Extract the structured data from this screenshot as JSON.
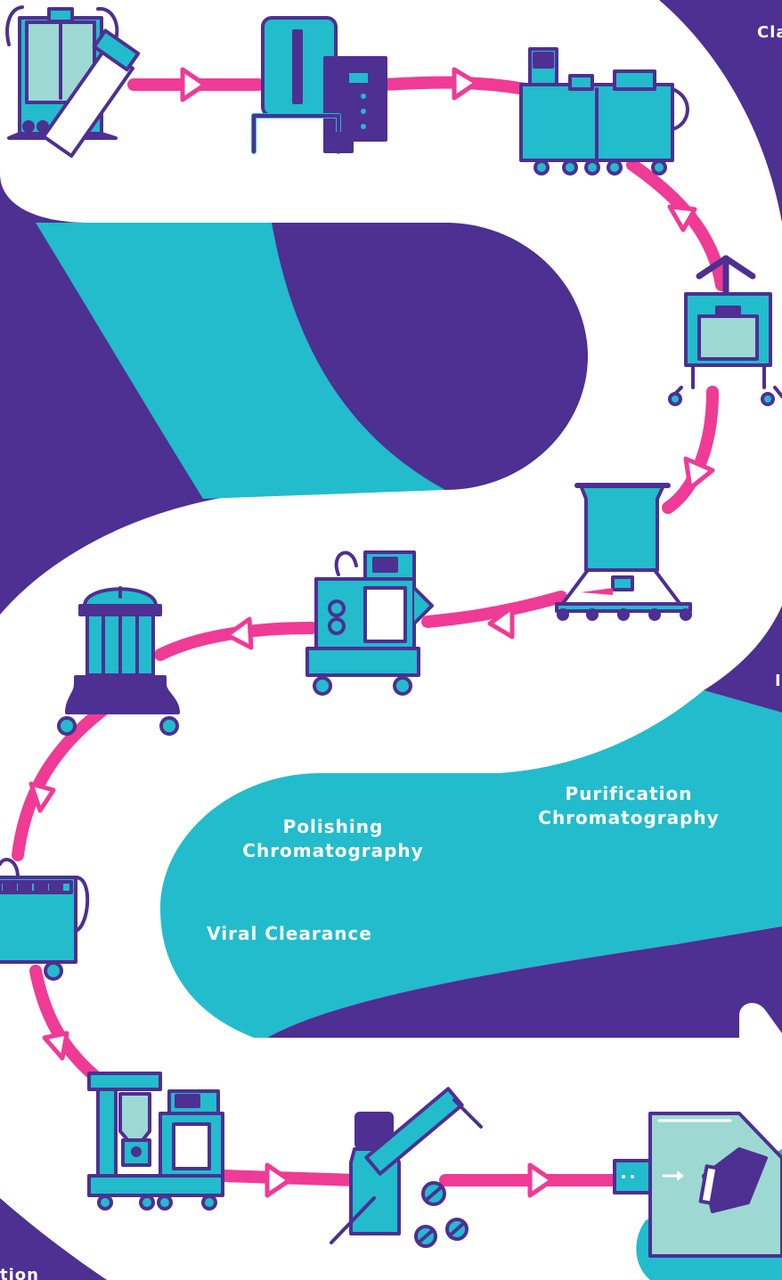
{
  "labels": {
    "top_right_fragment": "Cla",
    "right_edge_fragment": "I",
    "purification_line1": "Purification",
    "purification_line2": "Chromatography",
    "polishing_line1": "Polishing",
    "polishing_line2": "Chromatography",
    "viral_clearance": "Viral Clearance",
    "bottom_left_fragment": "tion"
  },
  "colors": {
    "purple": "#4e2f92",
    "teal": "#22bccc",
    "magenta": "#ef3b96",
    "light_teal": "#9dd8d3",
    "white": "#ffffff"
  },
  "steps": [
    "bioreactor-with-tube-icon",
    "bioreactor-tank-icon",
    "harvest-skid-icon",
    "depth-filter-press-icon",
    "holding-tank-icon",
    "chromatography-skid-icon",
    "filter-housing-icon",
    "viral-filtration-cart-icon",
    "ufdf-skid-icon",
    "vial-syringe-pills-icon",
    "glovebox-fill-icon"
  ]
}
